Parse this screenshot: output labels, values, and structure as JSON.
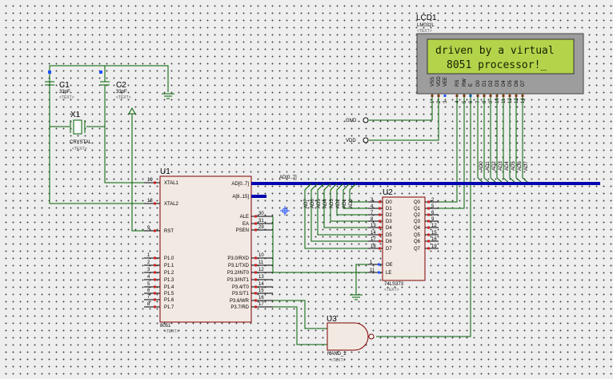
{
  "lcd": {
    "ref": "LCD1",
    "part": "LM032L",
    "text_tag": "<TEXT>",
    "line1": "driven by a virtual",
    "line2": "8051 processor!_",
    "pins": [
      "VSS",
      "VDD",
      "VEE",
      "RS",
      "RW",
      "E",
      "D0",
      "D1",
      "D2",
      "D3",
      "D4",
      "D5",
      "D6",
      "D7"
    ],
    "pin_numbers": [
      "1",
      "2",
      "3",
      "4",
      "5",
      "6",
      "7",
      "8",
      "9",
      "10",
      "11",
      "12",
      "13",
      "14"
    ],
    "screen_color": "#b3d44a"
  },
  "c1": {
    "ref": "C1",
    "value": "33pF",
    "text_tag": "<TEXT>"
  },
  "c2": {
    "ref": "C2",
    "value": "33pF",
    "text_tag": "<TEXT>"
  },
  "x1": {
    "ref": "X1",
    "part": "CRYSTAL",
    "text_tag": "<TEXT>"
  },
  "power": {
    "gnd": "GND",
    "vdd": "VDD"
  },
  "u1": {
    "ref": "U1",
    "part": "8051",
    "text_tag": "<TEXT>",
    "left_pins": [
      {
        "num": "19",
        "name": "XTAL1"
      },
      {
        "num": "18",
        "name": "XTAL2"
      },
      {
        "num": "9",
        "name": "RST"
      },
      {
        "num": "1",
        "name": "P1.0"
      },
      {
        "num": "2",
        "name": "P1.1"
      },
      {
        "num": "3",
        "name": "P1.2"
      },
      {
        "num": "4",
        "name": "P1.3"
      },
      {
        "num": "5",
        "name": "P1.4"
      },
      {
        "num": "6",
        "name": "P1.5"
      },
      {
        "num": "7",
        "name": "P1.6"
      },
      {
        "num": "8",
        "name": "P1.7"
      }
    ],
    "right_pins": [
      {
        "num": "",
        "name": "AD[0..7]"
      },
      {
        "num": "",
        "name": "A[8..15]"
      },
      {
        "num": "30",
        "name": "ALE"
      },
      {
        "num": "31",
        "name": "EA"
      },
      {
        "num": "29",
        "name": "PSEN"
      },
      {
        "num": "10",
        "name": "P3.0/RXD"
      },
      {
        "num": "11",
        "name": "P3.1/TXD"
      },
      {
        "num": "12",
        "name": "P3.2/INT0"
      },
      {
        "num": "13",
        "name": "P3.3/INT1"
      },
      {
        "num": "14",
        "name": "P3.4/T0"
      },
      {
        "num": "15",
        "name": "P3.5/T1"
      },
      {
        "num": "16",
        "name": "P3.6/WR"
      },
      {
        "num": "17",
        "name": "P3.7/RD"
      }
    ]
  },
  "u2": {
    "ref": "U2",
    "part": "74LS373",
    "text_tag": "<TEXT>",
    "d_pins": [
      {
        "num": "3",
        "name": "D0"
      },
      {
        "num": "4",
        "name": "D1"
      },
      {
        "num": "7",
        "name": "D2"
      },
      {
        "num": "8",
        "name": "D3"
      },
      {
        "num": "13",
        "name": "D4"
      },
      {
        "num": "14",
        "name": "D5"
      },
      {
        "num": "17",
        "name": "D6"
      },
      {
        "num": "18",
        "name": "D7"
      }
    ],
    "q_pins": [
      {
        "num": "2",
        "name": "Q0"
      },
      {
        "num": "5",
        "name": "Q1"
      },
      {
        "num": "6",
        "name": "Q2"
      },
      {
        "num": "9",
        "name": "Q3"
      },
      {
        "num": "12",
        "name": "Q4"
      },
      {
        "num": "15",
        "name": "Q5"
      },
      {
        "num": "16",
        "name": "Q6"
      },
      {
        "num": "19",
        "name": "Q7"
      }
    ],
    "ctrl_pins": [
      {
        "num": "1",
        "name": "OE"
      },
      {
        "num": "11",
        "name": "LE"
      }
    ],
    "bus_taps": [
      "AD7",
      "AD6",
      "AD5",
      "AD4",
      "AD3",
      "AD2",
      "AD1",
      "AD0"
    ]
  },
  "u3": {
    "ref": "U3",
    "part": "NAND_2",
    "text_tag": "<TEXT>"
  },
  "bus": {
    "label": "AD[0..7]",
    "lcd_taps": [
      "AD0",
      "AD1",
      "AD2",
      "AD3",
      "AD4",
      "AD5",
      "AD6",
      "AD7"
    ]
  }
}
